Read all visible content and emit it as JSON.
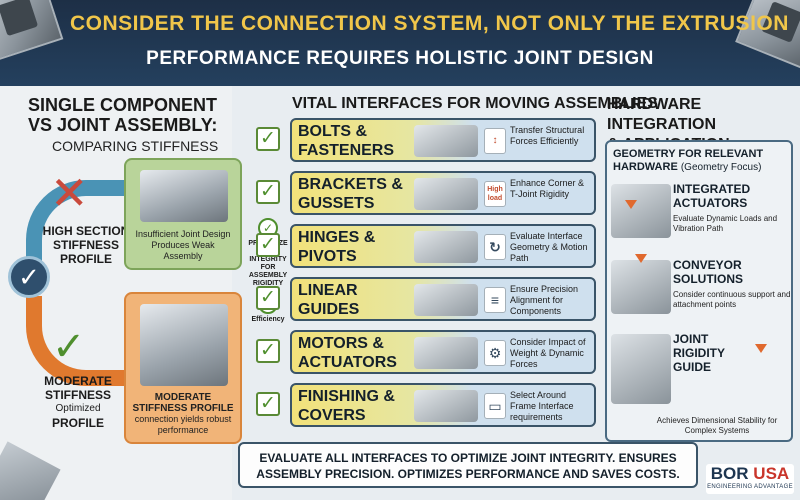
{
  "header": {
    "title": "CONSIDER THE CONNECTION SYSTEM, NOT ONLY THE EXTRUSION",
    "subtitle": "PERFORMANCE REQUIRES HOLISTIC JOINT DESIGN"
  },
  "left": {
    "title_line1": "SINGLE COMPONENT",
    "title_line2": "VS JOINT ASSEMBLY:",
    "subtitle": "COMPARING STIFFNESS",
    "high_label_1": "HIGH SECTION",
    "high_label_2": "STIFFNESS",
    "high_label_3": "PROFILE",
    "moderate_label_1": "MODERATE",
    "moderate_label_2": "STIFFNESS",
    "moderate_label_3": "Optimized",
    "moderate_label_4": "PROFILE",
    "green_caption": "Insufficient Joint Design Produces Weak Assembly",
    "orange_caption_bold": "MODERATE STIFFNESS PROFILE",
    "orange_caption": "connection yields robust performance",
    "badge1": "PRIORITIZE JOINT INTEGRITY FOR ASSEMBLY RIGIDITY",
    "badge2": "Efficiency"
  },
  "middle": {
    "title": "VITAL INTERFACES FOR MOVING ASSEMBLIES",
    "rows": [
      {
        "name": "BOLTS & FASTENERS",
        "tag": "↕",
        "desc": "Transfer Structural Forces Efficiently"
      },
      {
        "name": "BRACKETS & GUSSETS",
        "tag": "High load",
        "desc": "Enhance Corner & T-Joint Rigidity"
      },
      {
        "name": "HINGES & PIVOTS",
        "tag": "↻",
        "desc": "Evaluate Interface Geometry & Motion Path"
      },
      {
        "name": "LINEAR GUIDES",
        "tag": "≡",
        "desc": "Ensure Precision Alignment for Components"
      },
      {
        "name": "MOTORS & ACTUATORS",
        "tag": "⚙",
        "desc": "Consider Impact of Weight & Dynamic Forces"
      },
      {
        "name": "FINISHING & COVERS",
        "tag": "▭",
        "desc": "Select Around Frame Interface requirements"
      }
    ]
  },
  "right": {
    "title_line1": "HARDWARE INTEGRATION",
    "title_line2": "& APPLICATION",
    "geo_title": "GEOMETRY FOR RELEVANT HARDWARE",
    "geo_sub": "(Geometry Focus)",
    "items": [
      {
        "name": "INTEGRATED ACTUATORS",
        "desc": "Evaluate Dynamic Loads and Vibration Path"
      },
      {
        "name": "CONVEYOR SOLUTIONS",
        "desc": "Consider continuous support and attachment points"
      },
      {
        "name": "JOINT RIGIDITY GUIDE",
        "desc": "Achieves Dimensional Stability for Complex Systems"
      }
    ]
  },
  "bottom": {
    "text": "EVALUATE ALL INTERFACES TO OPTIMIZE JOINT INTEGRITY. ENSURES ASSEMBLY PRECISION. OPTIMIZES PERFORMANCE AND SAVES COSTS."
  },
  "logo": {
    "main": "BOR",
    "accent": "USA",
    "tagline": "ENGINEERING ADVANTAGE"
  },
  "colors": {
    "header_bg": "#1d2f46",
    "title_gold": "#f0c64a",
    "check_green": "#4f8f2e",
    "x_red": "#c94a3c",
    "card_yellow": "#f2e27a",
    "card_blue": "#cfe0ee",
    "orange": "#e0792e"
  }
}
